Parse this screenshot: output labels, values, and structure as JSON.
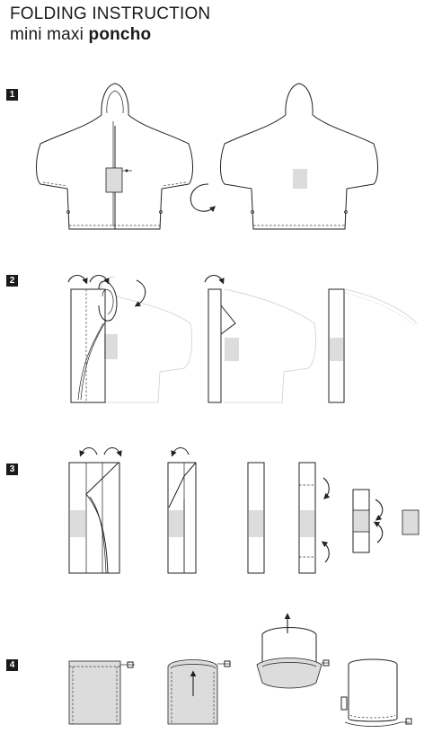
{
  "header": {
    "title_line1": "FOLDING INSTRUCTION",
    "title_line2_prefix": "mini maxi ",
    "title_line2_bold": "poncho"
  },
  "steps": [
    {
      "number": "1"
    },
    {
      "number": "2"
    },
    {
      "number": "3"
    },
    {
      "number": "4"
    }
  ],
  "colors": {
    "line": "#222222",
    "fill_gray": "#dcdcdc",
    "ghost": "#cfcfcf"
  }
}
